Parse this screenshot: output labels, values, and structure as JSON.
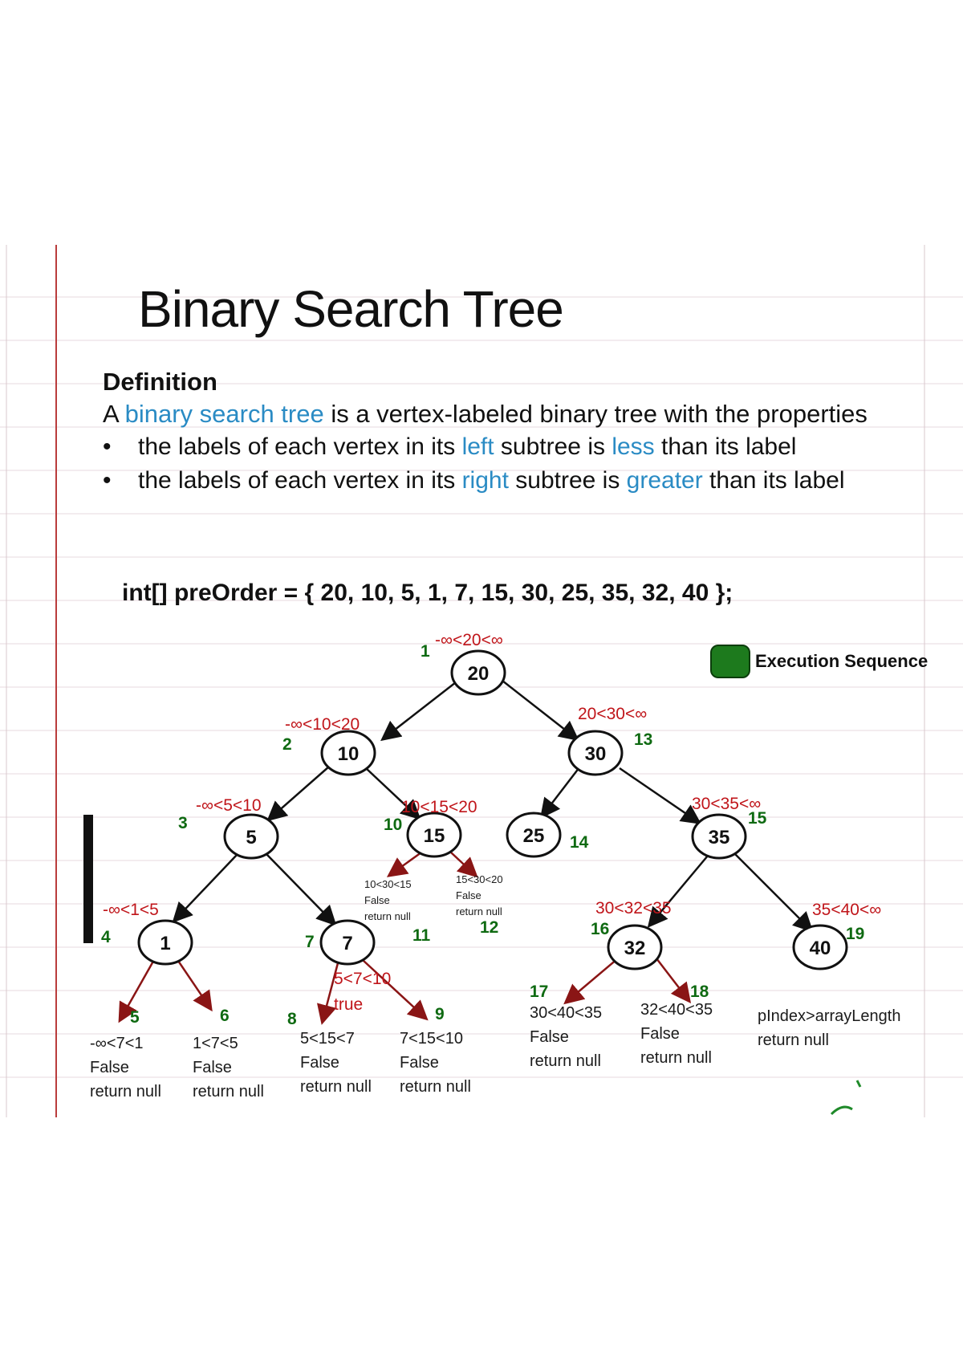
{
  "title": "Binary Search Tree",
  "definition": {
    "heading": "Definition",
    "line_a": "A ",
    "line_term": "binary search tree",
    "line_b": " is a vertex-labeled binary tree with the properties",
    "bullet1": {
      "a": "the labels of each vertex in its ",
      "k1": "left",
      "b": " subtree is ",
      "k2": "less",
      "c": " than its label"
    },
    "bullet2": {
      "a": "the labels of each vertex in its ",
      "k1": "right",
      "b": " subtree is ",
      "k2": "greater",
      "c": " than its label"
    },
    "bullet_symbol": "•"
  },
  "code_line": "int[] preOrder = { 20, 10, 5, 1, 7, 15, 30, 25, 35, 32, 40 };",
  "legend": {
    "label": "Execution Sequence",
    "color": "#1d7a1d"
  },
  "colors": {
    "condition_red": "#c0151a",
    "sequence_green": "#0f6a12",
    "keyword_blue": "#2a8bc4"
  },
  "tree": {
    "nodes": [
      {
        "id": "n20",
        "label": "20",
        "seq": "1",
        "cond": "-∞<20<∞"
      },
      {
        "id": "n10",
        "label": "10",
        "seq": "2",
        "cond": "-∞<10<20"
      },
      {
        "id": "n30",
        "label": "30",
        "seq": "13",
        "cond": "20<30<∞"
      },
      {
        "id": "n5",
        "label": "5",
        "seq": "3",
        "cond": "-∞<5<10"
      },
      {
        "id": "n15",
        "label": "15",
        "seq": "10",
        "cond": "10<15<20"
      },
      {
        "id": "n25",
        "label": "25",
        "seq": "14",
        "cond": ""
      },
      {
        "id": "n35",
        "label": "35",
        "seq": "15",
        "cond": "30<35<∞"
      },
      {
        "id": "n1",
        "label": "1",
        "seq": "4",
        "cond": "-∞<1<5"
      },
      {
        "id": "n7",
        "label": "7",
        "seq": "7",
        "cond": "5<7<10"
      },
      {
        "id": "n32",
        "label": "32",
        "seq": "16",
        "cond": "30<32<35"
      },
      {
        "id": "n40",
        "label": "40",
        "seq": "19",
        "cond": "35<40<∞"
      }
    ],
    "cond_true": "true",
    "leaves": [
      {
        "seq": "5",
        "cond": "-∞<7<1",
        "result": "False",
        "action": "return null"
      },
      {
        "seq": "6",
        "cond": "1<7<5",
        "result": "False",
        "action": "return null"
      },
      {
        "seq": "8",
        "cond": "5<15<7",
        "result": "False",
        "action": "return null"
      },
      {
        "seq": "9",
        "cond": "7<15<10",
        "result": "False",
        "action": "return null"
      },
      {
        "seq": "11",
        "cond": "10<30<15",
        "result": "False",
        "action": "return null"
      },
      {
        "seq": "12",
        "cond": "15<30<20",
        "result": "False",
        "action": "return null"
      },
      {
        "seq": "17",
        "cond": "30<40<35",
        "result": "False",
        "action": "return null"
      },
      {
        "seq": "18",
        "cond": "32<40<35",
        "result": "False",
        "action": "return null"
      }
    ],
    "end_check": {
      "cond": "pIndex>arrayLength",
      "action": "return null"
    }
  }
}
